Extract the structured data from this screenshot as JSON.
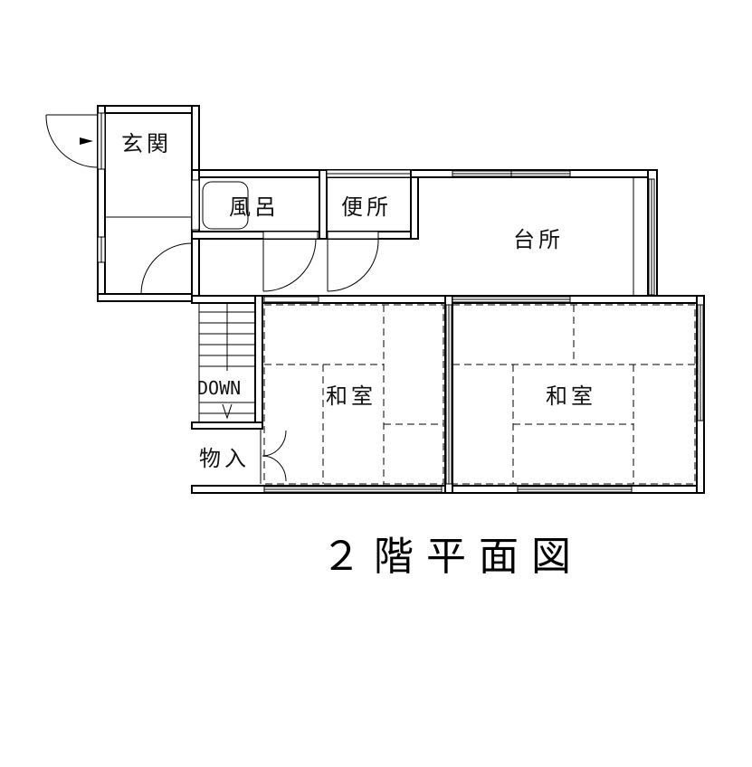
{
  "title": "２階平面図",
  "rooms": {
    "genkan": "玄関",
    "furo": "風呂",
    "benjo": "便所",
    "daidokoro": "台所",
    "washitsu_1": "和室",
    "washitsu_2": "和室",
    "mononire": "物入"
  },
  "stairs": {
    "label": "DOWN",
    "arrow": "V"
  },
  "colors": {
    "line": "#000000",
    "background": "#ffffff"
  }
}
